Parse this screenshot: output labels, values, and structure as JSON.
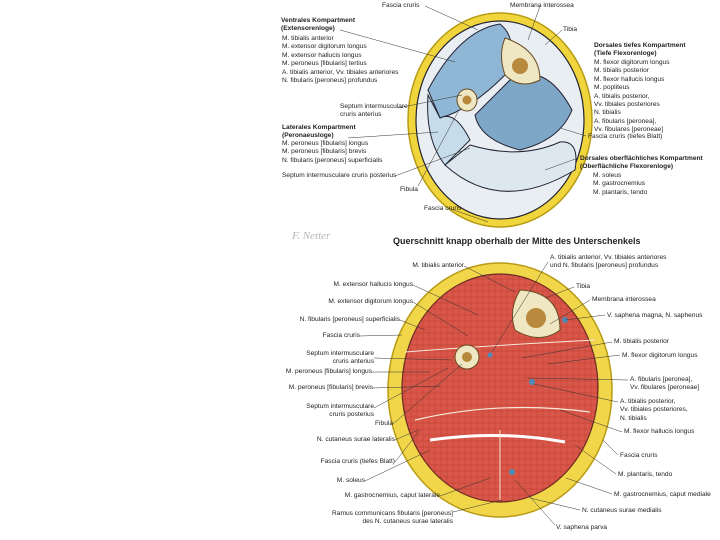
{
  "title": "Querschnitt knapp oberhalb der Mitte des Unterschenkels",
  "signature": "F. Netter",
  "top_labels": {
    "l1": "Fascia cruris",
    "l2": "Membrana interossea",
    "l3": "Tibia",
    "l4": "Ventrales Kompartment\n(Extensorenloge)",
    "l5": "M. tibialis anterior\nM. extensor digitorum longus\nM. extensor hallucis longus\nM. peroneus [fibularis] tertius\nA. tibialis anterior, Vv. tibiales anteriores\nN. fibularis [peroneus] profundus",
    "l6": "Dorsales tiefes Kompartment\n(Tiefe Flexorenloge)",
    "l7": "M. flexor digitorum longus\nM. tibialis posterior\nM. flexor hallucis longus\nM. popliteus\nA. tibialis posterior,\nVv. tibiales posteriores\nN. tibialis\nA. fibularis [peronea],\nVv. fibulares [peroneae]",
    "l8": "Septum intermusculare\ncruris anterius",
    "l9": "Laterales Kompartment\n(Peronaeusloge)",
    "l10": "M. peroneus [fibularis] longus\nM. peroneus [fibularis] brevis\nN. fibularis [peroneus] superficialis",
    "l11": "Fascia cruris (tiefes Blatt)",
    "l12": "Septum intermusculare cruris posterius",
    "l13": "Dorsales oberflächliches Kompartment\n(Oberflächliche Flexorenloge)",
    "l14": "M. soleus\nM. gastrocnemius\nM. plantaris, tendo",
    "l15": "Fibula",
    "l16": "Fascia cruris"
  },
  "bottom_labels": {
    "a1": "A. tibialis anterior, Vv. tibiales anteriores\nund N. fibularis [peroneus] profundus",
    "a2": "M. tibialis anterior",
    "a3": "M. extensor hallucis longus",
    "a4": "Tibia",
    "a5": "Membrana interossea",
    "a6": "M. extensor digitorum longus",
    "a7": "V. saphena magna, N. saphenus",
    "a8": "N. fibularis [peroneus] superficialis",
    "a9": "Fascia cruris",
    "a10": "M. tibialis posterior",
    "a11": "Septum intermusculare\ncruris anterius",
    "a12": "M. flexor digitorum longus",
    "a13": "M. peroneus [fibularis] longus",
    "a14": "A. fibularis [peronea],\nVv. fibulares [peroneae]",
    "a15": "M. peroneus [fibularis] brevis",
    "a16": "A. tibialis posterior,\nVv. tibiales posteriores,\nN. tibialis",
    "a17": "Septum intermusculare\ncruris posterius",
    "a18": "Fibula",
    "a19": "M. flexor hallucis longus",
    "a20": "N. cutaneus surae lateralis",
    "a21": "Fascia cruris",
    "a22": "Fascia cruris (tiefes Blatt)",
    "a23": "M. plantaris, tendo",
    "a24": "M. soleus",
    "a25": "M. gastrocnemius, caput laterale",
    "a26": "M. gastrocnemius, caput mediale",
    "a27": "N. cutaneus surae medialis",
    "a28": "Ramus communicans fibularis [peroneus]\ndes N. cutaneus surae lateralis",
    "a29": "V. saphena parva"
  }
}
